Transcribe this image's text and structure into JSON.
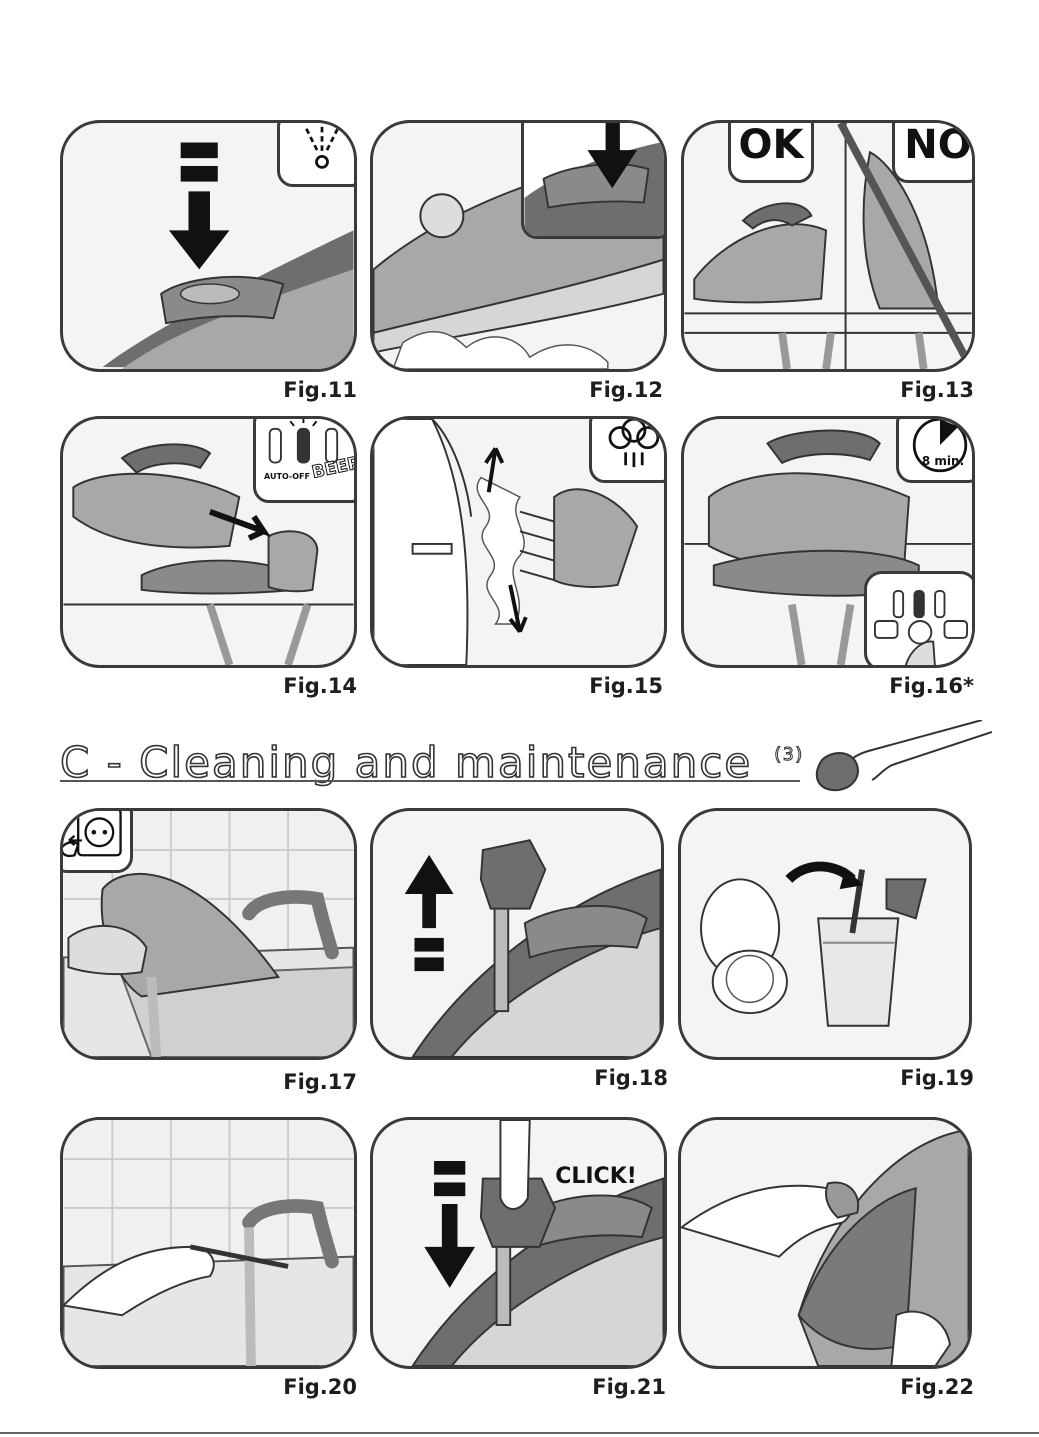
{
  "figures": [
    {
      "id": "fig11",
      "label": "Fig.11"
    },
    {
      "id": "fig12",
      "label": "Fig.12"
    },
    {
      "id": "fig13",
      "label": "Fig.13",
      "ok_label": "OK",
      "no_label": "NO"
    },
    {
      "id": "fig14",
      "label": "Fig.14",
      "beep_label": "BEEP",
      "auto_label": "AUTO-OFF"
    },
    {
      "id": "fig15",
      "label": "Fig.15"
    },
    {
      "id": "fig16",
      "label": "Fig.16*",
      "timer_label": "8 min."
    },
    {
      "id": "fig17",
      "label": "Fig.17"
    },
    {
      "id": "fig18",
      "label": "Fig.18"
    },
    {
      "id": "fig19",
      "label": "Fig.19"
    },
    {
      "id": "fig20",
      "label": "Fig.20"
    },
    {
      "id": "fig21",
      "label": "Fig.21",
      "click_label": "CLICK!"
    },
    {
      "id": "fig22",
      "label": "Fig.22"
    }
  ],
  "section": {
    "title": "C - Cleaning and maintenance",
    "footnote": "(3)"
  },
  "colors": {
    "outline": "#3a3a3a",
    "panel_bg": "#f4f4f4",
    "iron_dark": "#6e6e6e",
    "iron_mid": "#a8a8a8",
    "iron_light": "#d6d6d6"
  }
}
